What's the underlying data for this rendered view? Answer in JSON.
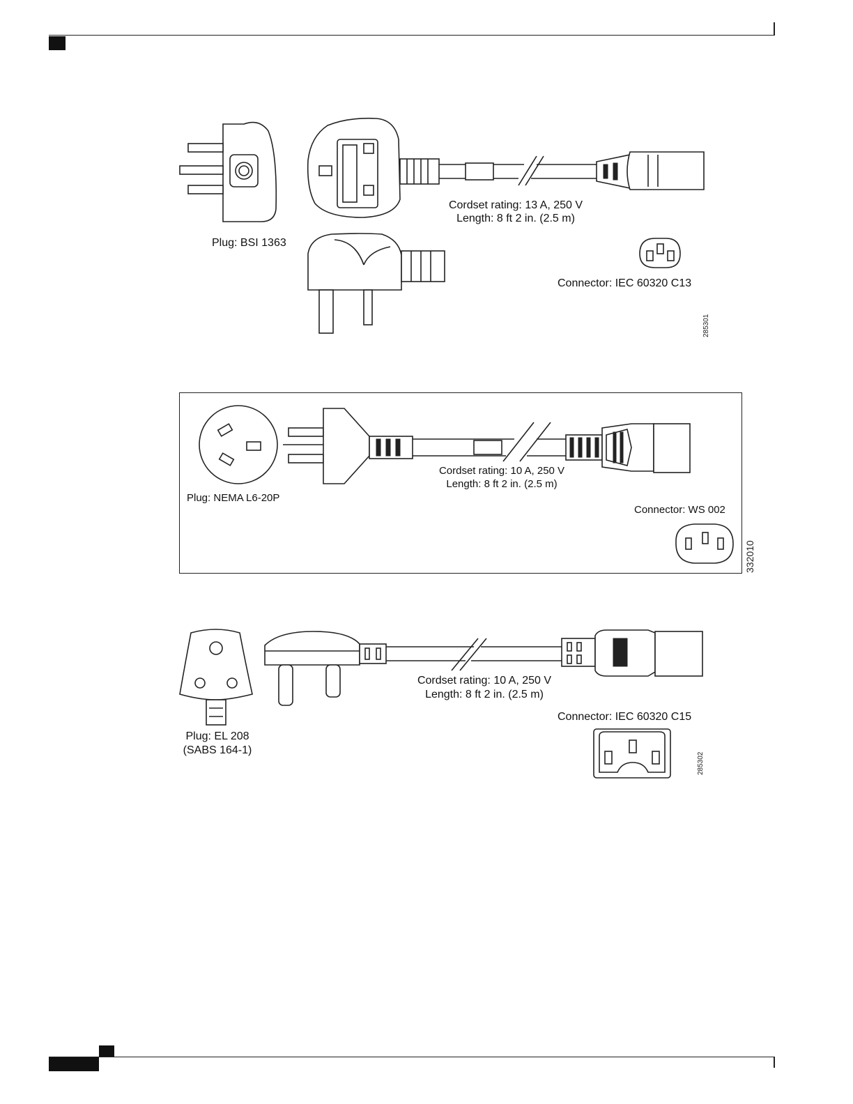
{
  "figures": [
    {
      "plug_label": "Plug: BSI 1363",
      "rating": "Cordset rating: 13 A, 250 V",
      "length": "Length: 8 ft 2 in. (2.5 m)",
      "connector_label": "Connector: IEC 60320 C13",
      "figure_id": "285301"
    },
    {
      "plug_label": "Plug: NEMA L6-20P",
      "rating": "Cordset rating: 10 A, 250 V",
      "length": "Length: 8 ft 2 in. (2.5 m)",
      "connector_label": "Connector: WS 002",
      "figure_id": "332010"
    },
    {
      "plug_label_line1": "Plug: EL 208",
      "plug_label_line2": "(SABS 164-1)",
      "rating": "Cordset rating: 10 A, 250 V",
      "length": "Length: 8 ft 2 in. (2.5 m)",
      "connector_label": "Connector: IEC 60320 C15",
      "figure_id": "285302"
    }
  ]
}
